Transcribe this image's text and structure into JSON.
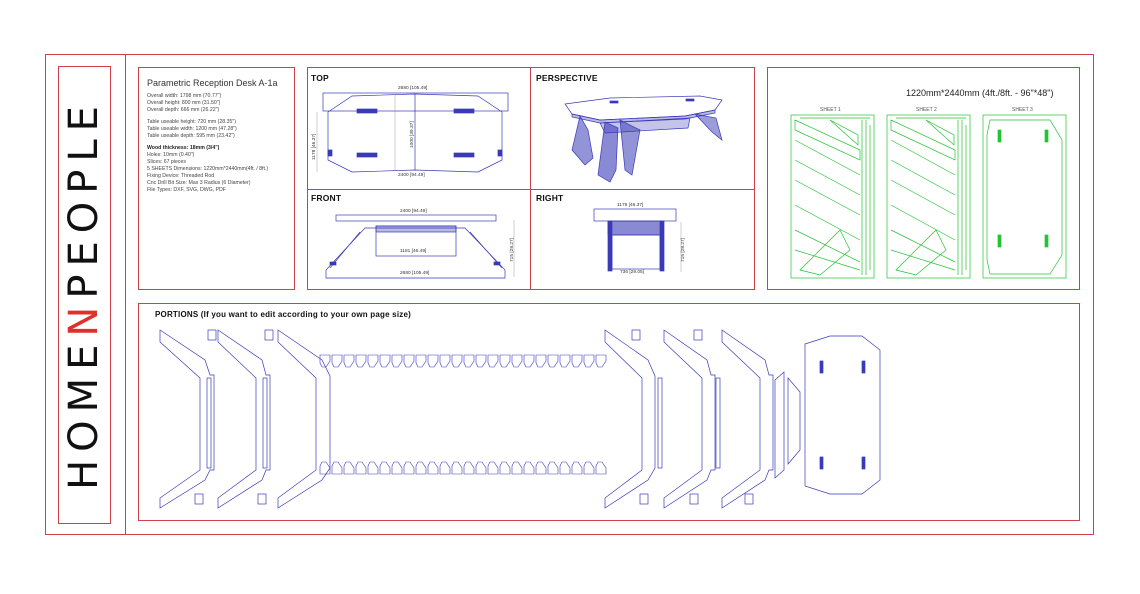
{
  "brand": {
    "part1": "HOME",
    "accent_letter": "N",
    "part2": "PEOPLE",
    "accent_color": "#e0302a"
  },
  "info": {
    "title": "Parametric Reception Desk A-1a",
    "lines_a": [
      "Overall width: 1798 mm (70.77\")",
      "Overall height: 800 mm (31.50\")",
      "Overall depth: 666 mm (26.22\")"
    ],
    "lines_b": [
      "Table useable height: 720 mm (28.35\")",
      "Table useable width: 1200 mm (47.28\")",
      "Table useable depth: 595 mm (23.42\")"
    ],
    "thickness": "Wood thickness: 18mm (3/4\")",
    "lines_c": [
      "Holes: 10mm (0.40\")",
      "Slices: 67 pieces",
      "5 SHEETS Dimensions: 1220mm*2440mm(4ft. / 8ft.)",
      "Fixing Device: Threaded Rod",
      "Cnc Drill Bit Size: Max 3 Radius (6 Diameter)",
      "File Types: DXF, SVG, DWG, PDF"
    ]
  },
  "views": {
    "top": "TOP",
    "perspective": "PERSPECTIVE",
    "front": "FRONT",
    "right": "RIGHT"
  },
  "dims": {
    "top_width": "2680 [105.49]",
    "top_inner": "2400 [94.49]",
    "top_depth": "1178 [46.37]",
    "top_inner_depth": "1000 [39.37]",
    "front_top": "2400 [94.49]",
    "front_inner": "1181 [46.49]",
    "front_bottom": "2680 [105.49]",
    "front_height": "715 [28.27]",
    "right_top": "1178 [46.37]",
    "right_bottom": "736 [29.05]",
    "right_height": "715 [28.27]"
  },
  "sheets": {
    "title": "1220mm*2440mm (4ft./8ft. - 96\"*48\")",
    "labels": [
      "SHEET 1",
      "SHEET 2",
      "SHEET 3"
    ]
  },
  "portions": {
    "title": "PORTIONS (If you want to edit according to your own page size)"
  },
  "colors": {
    "frame": "#d0404a",
    "outline": "#3a3ab8",
    "sheet": "#22c433"
  }
}
